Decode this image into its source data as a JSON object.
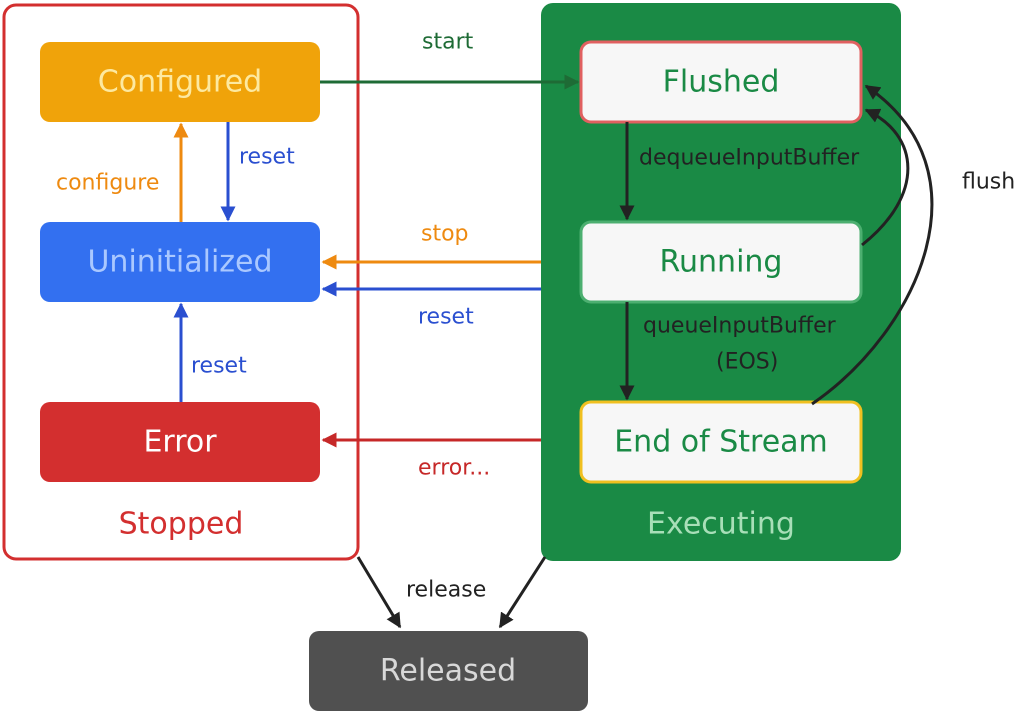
{
  "groups": {
    "stopped": {
      "label": "Stopped",
      "color": "#d32f2f"
    },
    "executing": {
      "label": "Executing",
      "color": "#1a8a45"
    }
  },
  "states": {
    "configured": {
      "label": "Configured",
      "fill": "#f0a30a"
    },
    "uninitialized": {
      "label": "Uninitialized",
      "fill": "#3370f0"
    },
    "error": {
      "label": "Error",
      "fill": "#d32f2f"
    },
    "flushed": {
      "label": "Flushed"
    },
    "running": {
      "label": "Running"
    },
    "end_of_stream": {
      "label": "End of Stream"
    },
    "released": {
      "label": "Released",
      "fill": "#505050"
    }
  },
  "transitions": {
    "start": "start",
    "reset_configured": "reset",
    "configure": "configure",
    "stop": "stop",
    "reset_executing": "reset",
    "reset_error": "reset",
    "error": "error...",
    "dequeue": "dequeueInputBuffer",
    "queue_eos_1": "queueInputBuffer",
    "queue_eos_2": "(EOS)",
    "flush": "flush",
    "release": "release"
  }
}
